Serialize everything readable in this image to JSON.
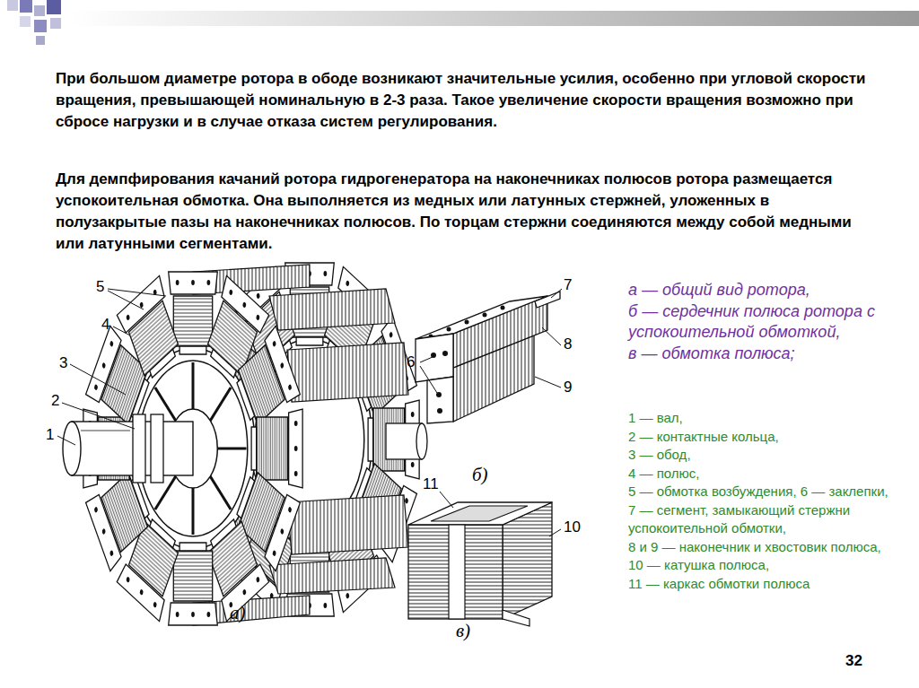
{
  "diagram": {
    "labels": [
      "При большом диаметре ротора в ободе возникают значительные усилия, особенно при угловой скорости вращения, превышающей номинальную в 2-3 раза. Такое увеличение скорости вращения возможно при сбросе нагрузки и в случае отказа систем регулирования.",
      "Для демпфирования качаний ротора гидрогенератора на наконечниках полюсов ротора размещается успокоительная обмотка. Она выполняется из медных или латунных стержней, уложенных в полузакрытые пазы на наконечниках полюсов. По торцам стержни соединяются между собой медными или латунными сегментами.",
      "а — общий вид ротора,",
      "б — сердечник полюса ротора с успокоительной обмоткой,",
      "в — обмотка полюса;",
      "1 — вал,",
      "2 — контактные кольца,",
      "3 — обод,",
      "4 — полюс,",
      "5 — обмотка возбуждения, 6 — заклепки,",
      "7 — сегмент, замыкающий стержни успокоительной обмотки,",
      "8 и 9 — наконечник и хвостовик полюса,",
      "10 — катушка полюса,",
      "11 — каркас обмотки полюса",
      "5",
      "4",
      "3",
      "2",
      "1",
      "а)",
      "7",
      "8",
      "6",
      "9",
      "б)",
      "11",
      "10",
      "в)",
      "32"
    ]
  }
}
